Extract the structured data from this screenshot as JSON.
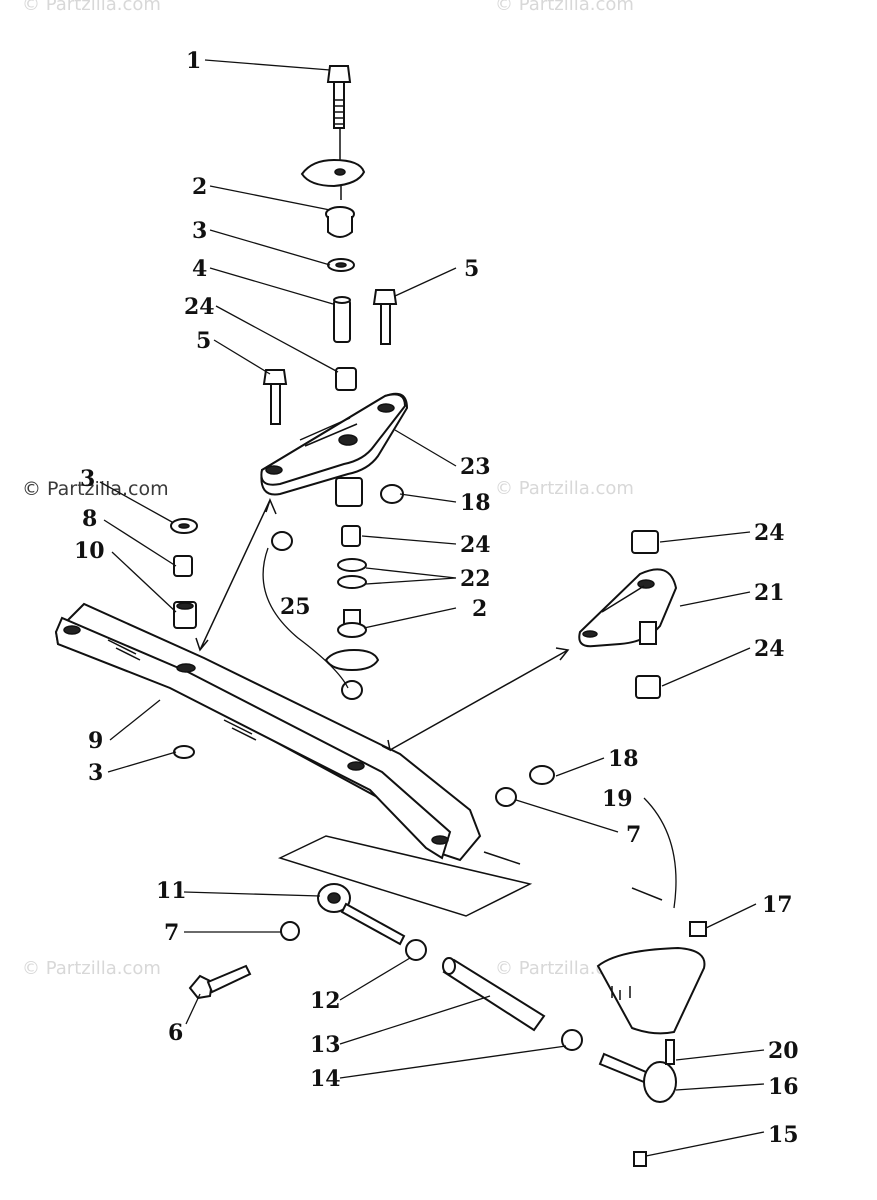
{
  "watermark": {
    "text": "© Partzilla.com"
  },
  "callouts": [
    "1",
    "2",
    "3",
    "4",
    "5",
    "24",
    "5",
    "23",
    "18",
    "3",
    "8",
    "10",
    "24",
    "22",
    "2",
    "25",
    "24",
    "21",
    "24",
    "9",
    "3",
    "18",
    "7",
    "19",
    "11",
    "17",
    "7",
    "12",
    "6",
    "13",
    "20",
    "14",
    "16",
    "15"
  ]
}
